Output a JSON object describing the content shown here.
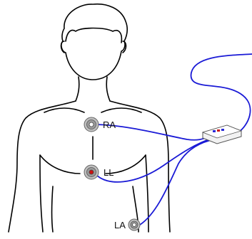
{
  "diagram": {
    "electrodes": [
      {
        "id": "ra",
        "label": "RA",
        "center_color": "#ffffff"
      },
      {
        "id": "ll",
        "label": "LL",
        "center_color": "#cc1111"
      },
      {
        "id": "la",
        "label": "LA",
        "center_color": "#ffffff"
      }
    ],
    "colors": {
      "body_outline": "#000000",
      "lead_wire": "#1a1ad6",
      "electrode_ring": "#888888",
      "electrode_center_active": "#cc1111",
      "connector_accent": "#cc1111"
    }
  }
}
